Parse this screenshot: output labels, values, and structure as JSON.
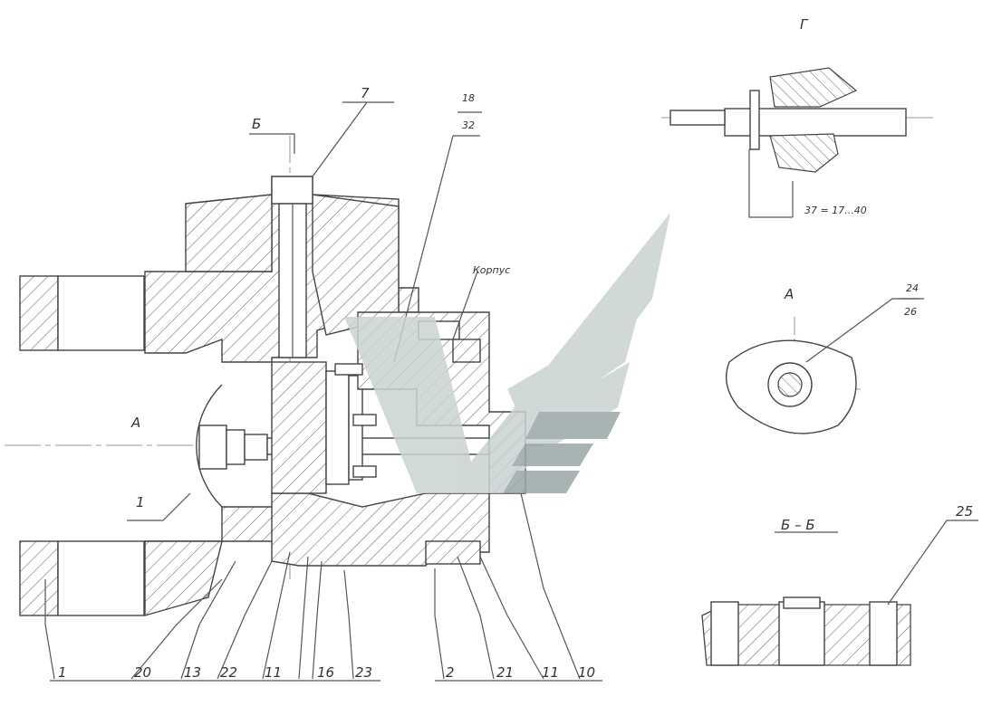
{
  "views": {
    "g_title": "Г",
    "a_title": "А",
    "bb_title": "Б – Б",
    "section_marker": "Б",
    "axis_label": "А"
  },
  "annotations": {
    "korpus": "Корпус",
    "dimension_g": "37 = 17...40"
  },
  "callouts": {
    "top_7": "7",
    "frac_top_num": "18",
    "frac_top_den": "32",
    "frac_a_num": "24",
    "frac_a_den": "26",
    "left_1": "1",
    "right_25": "25",
    "bottom": [
      "1",
      "20",
      "13",
      "22",
      "11",
      "16",
      "23",
      "2",
      "21",
      "11",
      "10"
    ]
  },
  "watermark": {
    "colors": [
      "#9aa8a8",
      "#c9d2d2"
    ]
  }
}
